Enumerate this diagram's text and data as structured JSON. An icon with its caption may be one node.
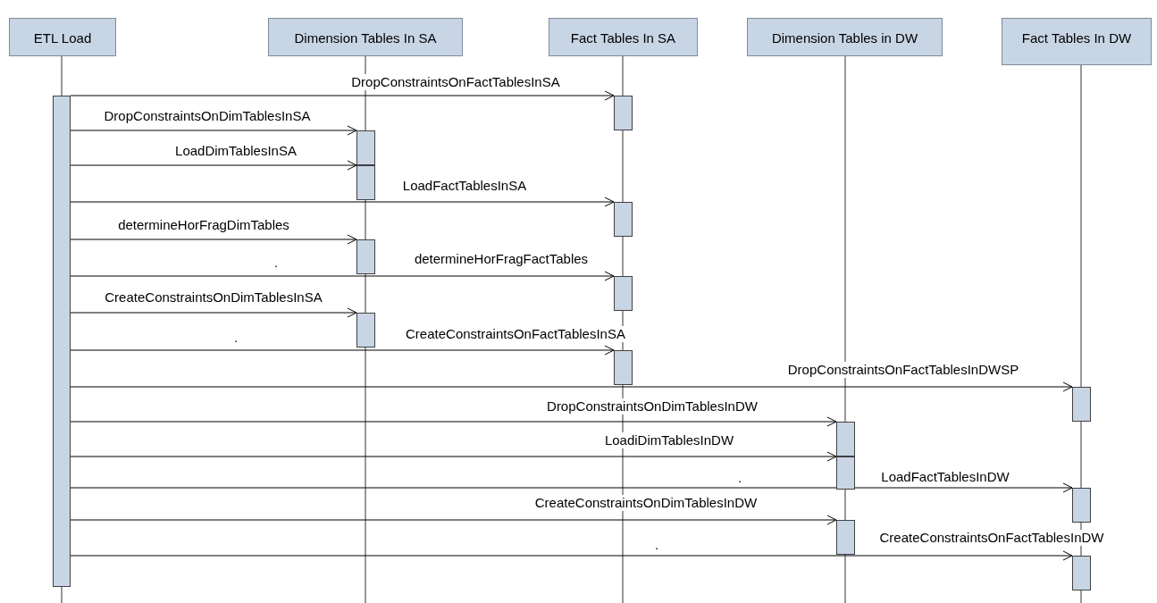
{
  "diagram": {
    "nodes": [
      {
        "text": [
          "ETL Load"
        ]
      },
      {
        "text": [
          "Dimension Tables In SA"
        ]
      },
      {
        "text": [
          "Fact Tables In SA"
        ]
      },
      {
        "text": [
          "Dimension Tables in DW"
        ]
      },
      {
        "text": [
          "Fact Tables In DW"
        ]
      },
      {
        "text": [],
        "shape": "bar"
      },
      {
        "text": [],
        "shape": "bar"
      },
      {
        "text": [],
        "shape": "bar"
      },
      {
        "text": [],
        "shape": "bar"
      },
      {
        "text": [],
        "shape": "bar"
      },
      {
        "text": [],
        "shape": "bar"
      },
      {
        "text": [],
        "shape": "bar"
      },
      {
        "text": [],
        "shape": "bar"
      },
      {
        "text": [],
        "shape": "bar"
      },
      {
        "text": [],
        "shape": "bar"
      },
      {
        "text": [],
        "shape": "bar"
      },
      {
        "text": [],
        "shape": "bar"
      },
      {
        "text": [],
        "shape": "bar"
      },
      {
        "text": [],
        "shape": "bar"
      },
      {
        "text": [],
        "shape": "bar"
      }
    ],
    "edges": [
      {
        "from": 5,
        "to": 6,
        "arrow": "to",
        "label": "DropConstraintsOnFactTablesInSA"
      },
      {
        "from": 5,
        "to": 7,
        "arrow": "to",
        "label": "DropConstraintsOnDimTablesInSA"
      },
      {
        "from": 5,
        "to": 8,
        "arrow": "to",
        "label": "LoadDimTablesInSA"
      },
      {
        "from": 5,
        "to": 9,
        "arrow": "to",
        "label": "LoadFactTablesInSA"
      },
      {
        "from": 5,
        "to": 10,
        "arrow": "to",
        "label": "determineHorFragDimTables"
      },
      {
        "from": 5,
        "to": 11,
        "arrow": "to",
        "label": "determineHorFragFactTables"
      },
      {
        "from": 5,
        "to": 12,
        "arrow": "to",
        "label": "CreateConstraintsOnDimTablesInSA"
      },
      {
        "from": 5,
        "to": 13,
        "arrow": "to",
        "label": "CreateConstraintsOnFactTablesInSA"
      },
      {
        "from": 5,
        "to": 14,
        "arrow": "to",
        "label": "DropConstraintsOnFactTablesInDWSP"
      },
      {
        "from": 5,
        "to": 15,
        "arrow": "to",
        "label": "DropConstraintsOnDimTablesInDW"
      },
      {
        "from": 5,
        "to": 16,
        "arrow": "to",
        "label": "LoadiDimTablesInDW"
      },
      {
        "from": 5,
        "to": 17,
        "arrow": "to",
        "label": "LoadFactTablesInDW"
      },
      {
        "from": 5,
        "to": 18,
        "arrow": "to",
        "label": "CreateConstraintsOnDimTablesInDW"
      },
      {
        "from": 5,
        "to": 19,
        "arrow": "to",
        "label": "CreateConstraintsOnFactTablesInDW"
      }
    ],
    "labels": [
      ".",
      ".",
      ".",
      "."
    ]
  }
}
